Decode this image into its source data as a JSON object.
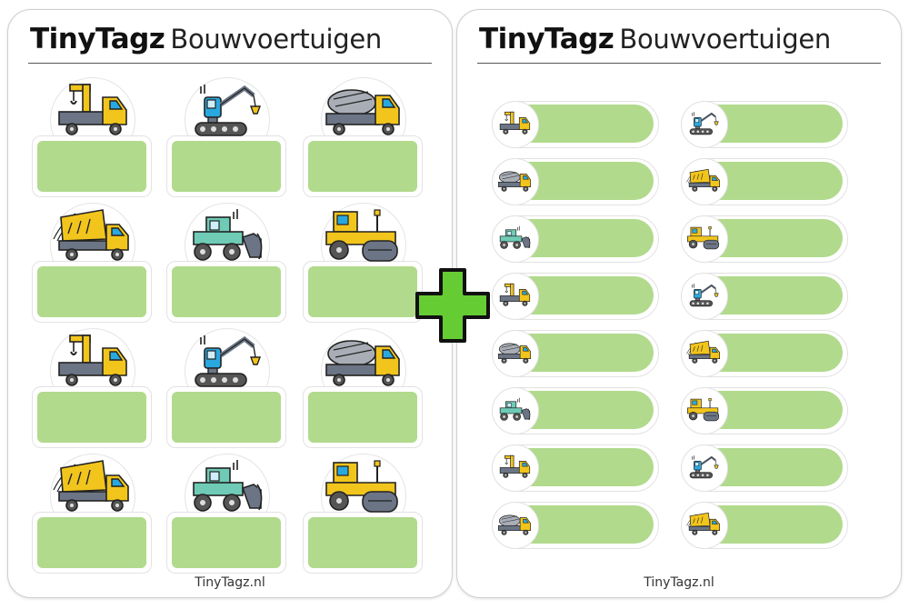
{
  "sheets": [
    {
      "brand": "TinyTagz",
      "subtitle": "Bouwvoertuigen",
      "footer": "TinyTagz.nl"
    },
    {
      "brand": "TinyTagz",
      "subtitle": "Bouwvoertuigen",
      "footer": "TinyTagz.nl"
    }
  ],
  "colors": {
    "label_green": "#b1da8c",
    "plus_green": "#66cc33",
    "vehicle_yellow": "#f2c51c",
    "vehicle_gray": "#6b7585",
    "vehicle_teal": "#6fcbb6",
    "vehicle_blue": "#29a8e0"
  },
  "icons": {
    "crane_truck": "crane-truck-icon",
    "excavator": "crawler-crane-icon",
    "mixer": "cement-mixer-icon",
    "dump": "dump-truck-icon",
    "bulldozer": "bulldozer-icon",
    "roller": "road-roller-icon"
  },
  "big_stickers": [
    "crane_truck",
    "excavator",
    "mixer",
    "dump",
    "bulldozer",
    "roller",
    "crane_truck",
    "excavator",
    "mixer",
    "dump",
    "bulldozer",
    "roller"
  ],
  "small_stickers": [
    "crane_truck",
    "excavator",
    "mixer",
    "dump",
    "bulldozer",
    "roller",
    "crane_truck",
    "excavator",
    "mixer",
    "dump",
    "bulldozer",
    "roller",
    "crane_truck",
    "excavator",
    "mixer",
    "dump"
  ]
}
